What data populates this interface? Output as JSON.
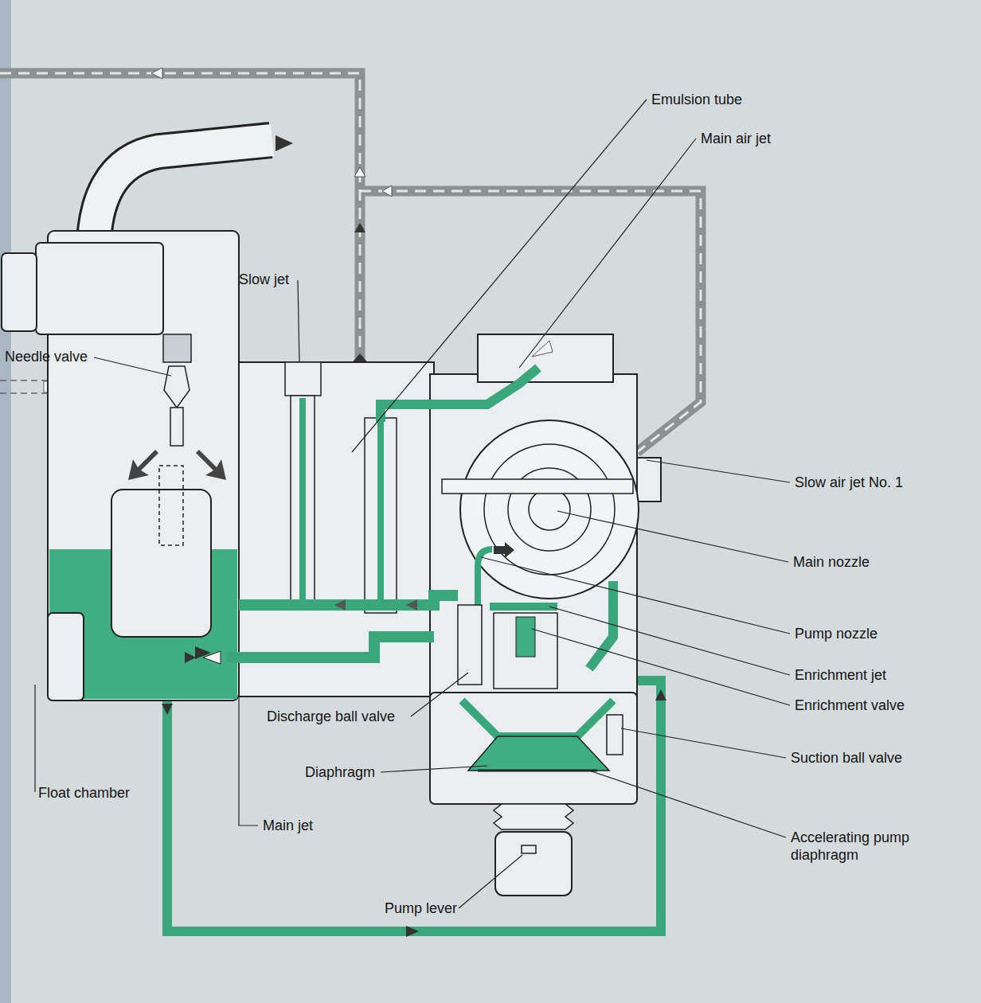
{
  "diagram": {
    "labels": [
      "Emulsion tube",
      "Main air jet",
      "Slow jet",
      "Needle valve",
      "Slow air jet No. 1",
      "Main nozzle",
      "Pump nozzle",
      "Enrichment jet",
      "Enrichment valve",
      "Discharge ball valve",
      "Suction ball valve",
      "Diaphragm",
      "Accelerating pump diaphragm",
      "Float chamber",
      "Main jet",
      "Pump lever"
    ]
  }
}
